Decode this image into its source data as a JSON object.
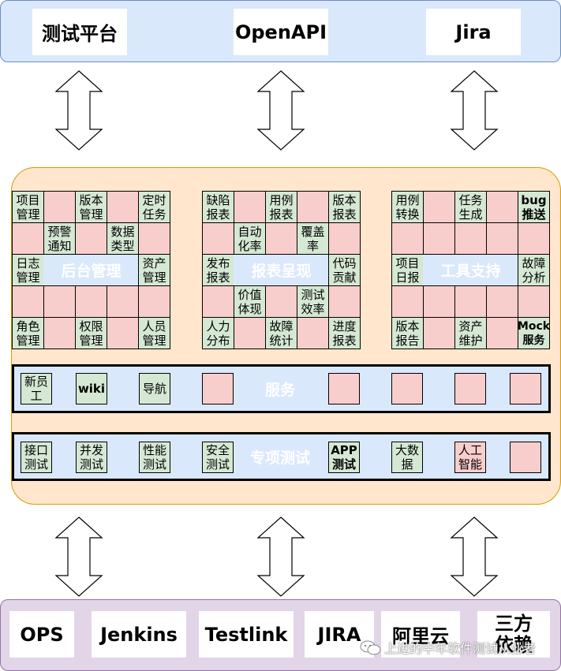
{
  "top_systems": [
    "测试平台",
    "OpenAPI",
    "Jira"
  ],
  "modules": [
    {
      "label": "后台管理",
      "cells": [
        [
          "项目\n管理",
          "",
          "版本\n管理",
          "",
          "定时\n任务"
        ],
        [
          "",
          "预警\n通知",
          "",
          "数据\n类型",
          ""
        ],
        [
          "日志\n管理",
          "",
          "",
          "",
          "资产\n管理"
        ],
        [
          "",
          "",
          "",
          "",
          ""
        ],
        [
          "角色\n管理",
          "",
          "权限\n管理",
          "",
          "人员\n管理"
        ]
      ]
    },
    {
      "label": "报表呈现",
      "cells": [
        [
          "缺陷\n报表",
          "",
          "用例\n报表",
          "",
          "版本\n报表"
        ],
        [
          "",
          "自动\n化率",
          "",
          "覆盖\n率",
          ""
        ],
        [
          "发布\n报表",
          "",
          "",
          "",
          "代码\n贡献"
        ],
        [
          "",
          "价值\n体现",
          "",
          "测试\n效率",
          ""
        ],
        [
          "人力\n分布",
          "",
          "故障\n统计",
          "",
          "进度\n报表"
        ]
      ]
    },
    {
      "label": "工具支持",
      "cells": [
        [
          "用例\n转换",
          "",
          "任务\n生成",
          "",
          "bug\n推送"
        ],
        [
          "",
          "",
          "",
          "",
          ""
        ],
        [
          "项目\n日报",
          "",
          "",
          "",
          "故障\n分析"
        ],
        [
          "",
          "",
          "",
          "",
          ""
        ],
        [
          "版本\n报告",
          "",
          "资产\n维护",
          "",
          "Mock\n服务"
        ]
      ]
    }
  ],
  "service_bar": {
    "label": "服务",
    "items": [
      "新员\n工",
      "wiki",
      "导航",
      "",
      "",
      "",
      "",
      ""
    ]
  },
  "special_bar": {
    "label": "专项测试",
    "items": [
      "接口\n测试",
      "并发\n测试",
      "性能\n测试",
      "安全\n测试",
      "APP\n测试",
      "大数\n据",
      "人工\n智能",
      ""
    ]
  },
  "bottom_systems": [
    "OPS",
    "Jenkins",
    "Testlink",
    "JIRA",
    "阿里云",
    "三方\n依赖"
  ],
  "watermark": "上进的中年软件测试从业者",
  "colors": {
    "green": "#d5e8d4",
    "pink": "#f8cecc",
    "blue": "#dae8fc",
    "orange": "#ffe6cc",
    "purple": "#e1d5e7"
  }
}
